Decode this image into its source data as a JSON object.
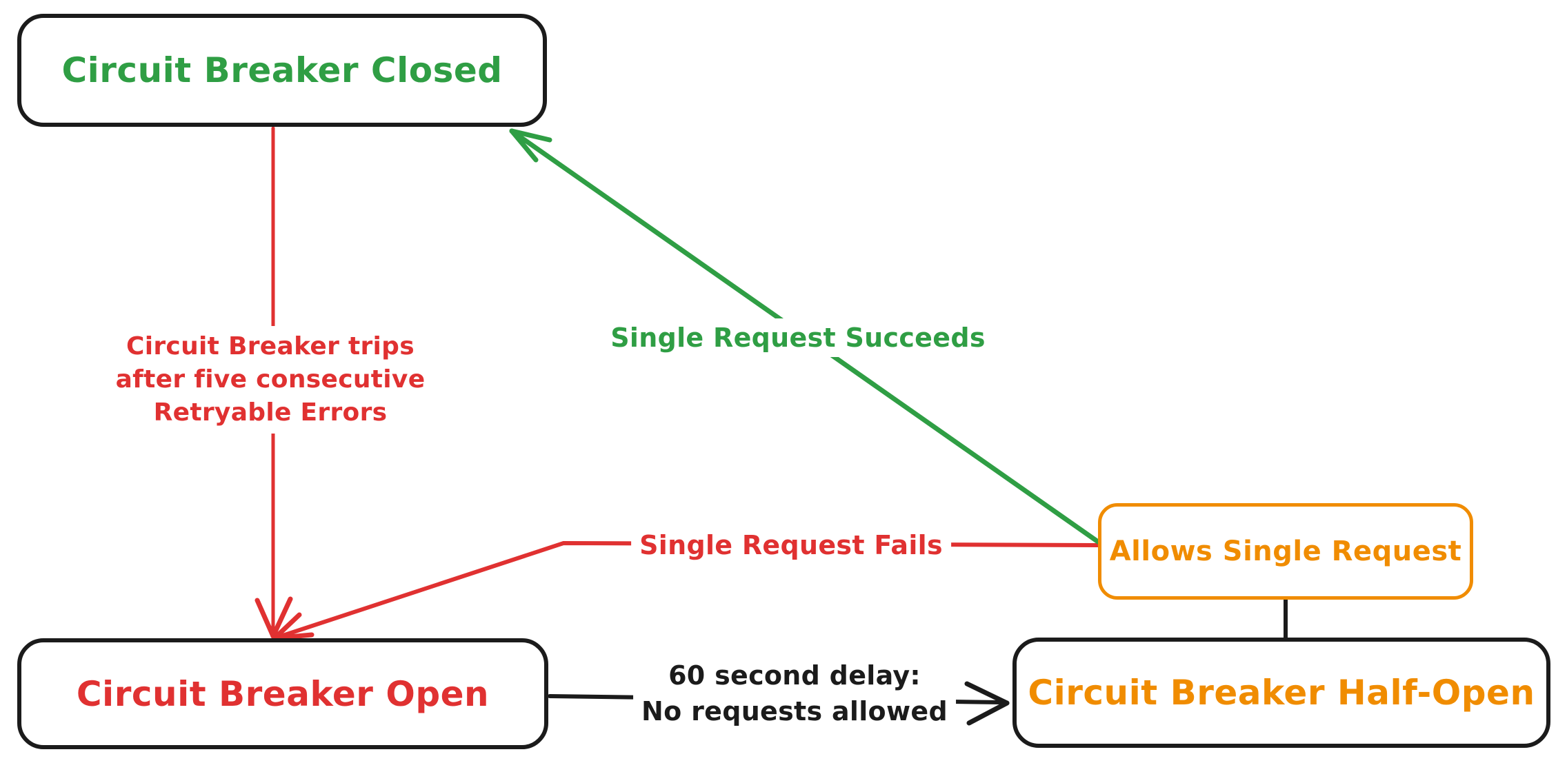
{
  "canvas": {
    "background": "#ffffff"
  },
  "palette": {
    "ink": "#1b1b1b",
    "green": "#2f9e44",
    "red": "#e03131",
    "orange": "#f08c00"
  },
  "nodes": {
    "closed": {
      "label": "Circuit Breaker Closed",
      "color": "#2f9e44",
      "border": "#1b1b1b"
    },
    "open": {
      "label": "Circuit Breaker Open",
      "color": "#e03131",
      "border": "#1b1b1b"
    },
    "half_open": {
      "label": "Circuit Breaker Half-Open",
      "color": "#f08c00",
      "border": "#1b1b1b"
    },
    "allows": {
      "label": "Allows Single Request",
      "color": "#f08c00",
      "border": "#f08c00"
    }
  },
  "edges": {
    "trips": {
      "label": "Circuit Breaker trips\nafter five consecutive\nRetryable Errors",
      "color": "#e03131",
      "from": "closed",
      "to": "open"
    },
    "succeeds": {
      "label": "Single Request Succeeds",
      "color": "#2f9e44",
      "from": "allows",
      "to": "closed"
    },
    "fails": {
      "label": "Single Request Fails",
      "color": "#e03131",
      "from": "allows",
      "to": "open"
    },
    "delay": {
      "label": "60 second delay:\nNo requests allowed",
      "color": "#1b1b1b",
      "from": "open",
      "to": "half_open"
    },
    "probe": {
      "label": "",
      "color": "#1b1b1b",
      "from": "half_open",
      "to": "allows"
    }
  }
}
